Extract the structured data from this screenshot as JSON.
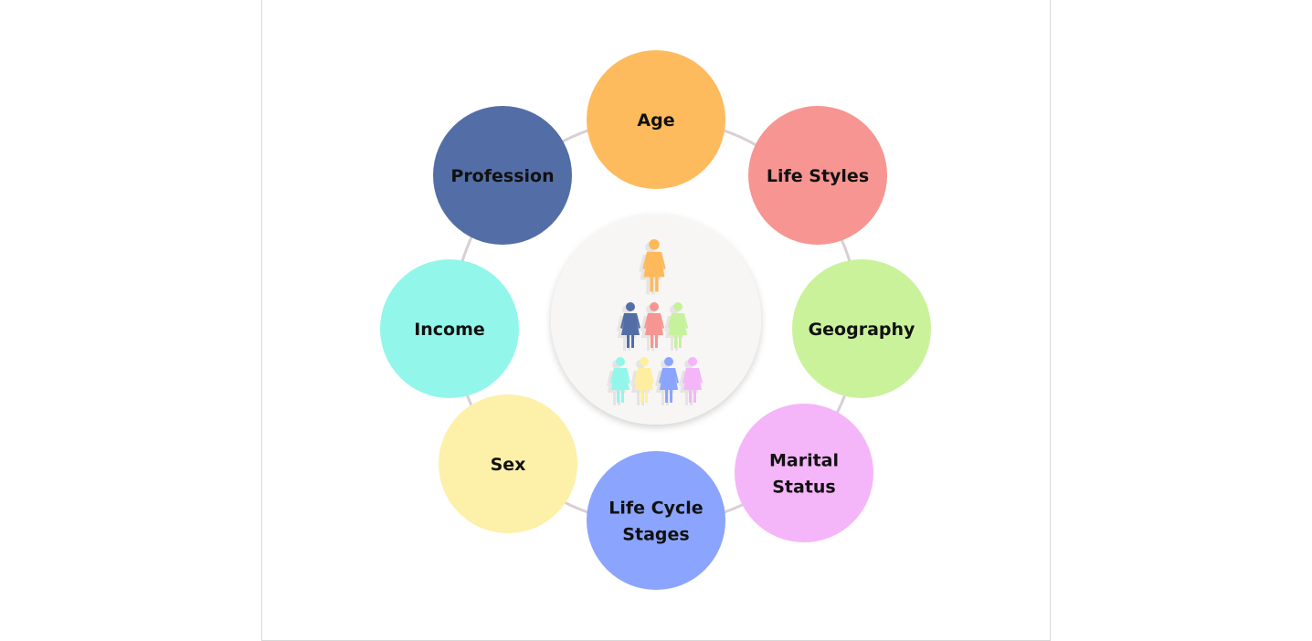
{
  "diagram": {
    "ring_color": "#d9cfd3",
    "center_fill": "#f7f6f5",
    "nodes": [
      {
        "label": [
          "Age"
        ],
        "color": "#fdbb5e"
      },
      {
        "label": [
          "Life Styles"
        ],
        "color": "#f69591"
      },
      {
        "label": [
          "Geography"
        ],
        "color": "#caf29b"
      },
      {
        "label": [
          "Marital",
          "Status"
        ],
        "color": "#f5b5f9"
      },
      {
        "label": [
          "Life Cycle",
          "Stages"
        ],
        "color": "#8ba4fd"
      },
      {
        "label": [
          "Sex"
        ],
        "color": "#fdf0a9"
      },
      {
        "label": [
          "Income"
        ],
        "color": "#93f6ea"
      },
      {
        "label": [
          "Profession"
        ],
        "color": "#536ea6"
      }
    ],
    "center_icon": "people-pyramid-icon",
    "figure_colors": [
      "#fdb95a",
      "#536ea6",
      "#f69591",
      "#c6f29b",
      "#93f6ea",
      "#fdef9f",
      "#8ba4fd",
      "#f5b5f9"
    ]
  }
}
